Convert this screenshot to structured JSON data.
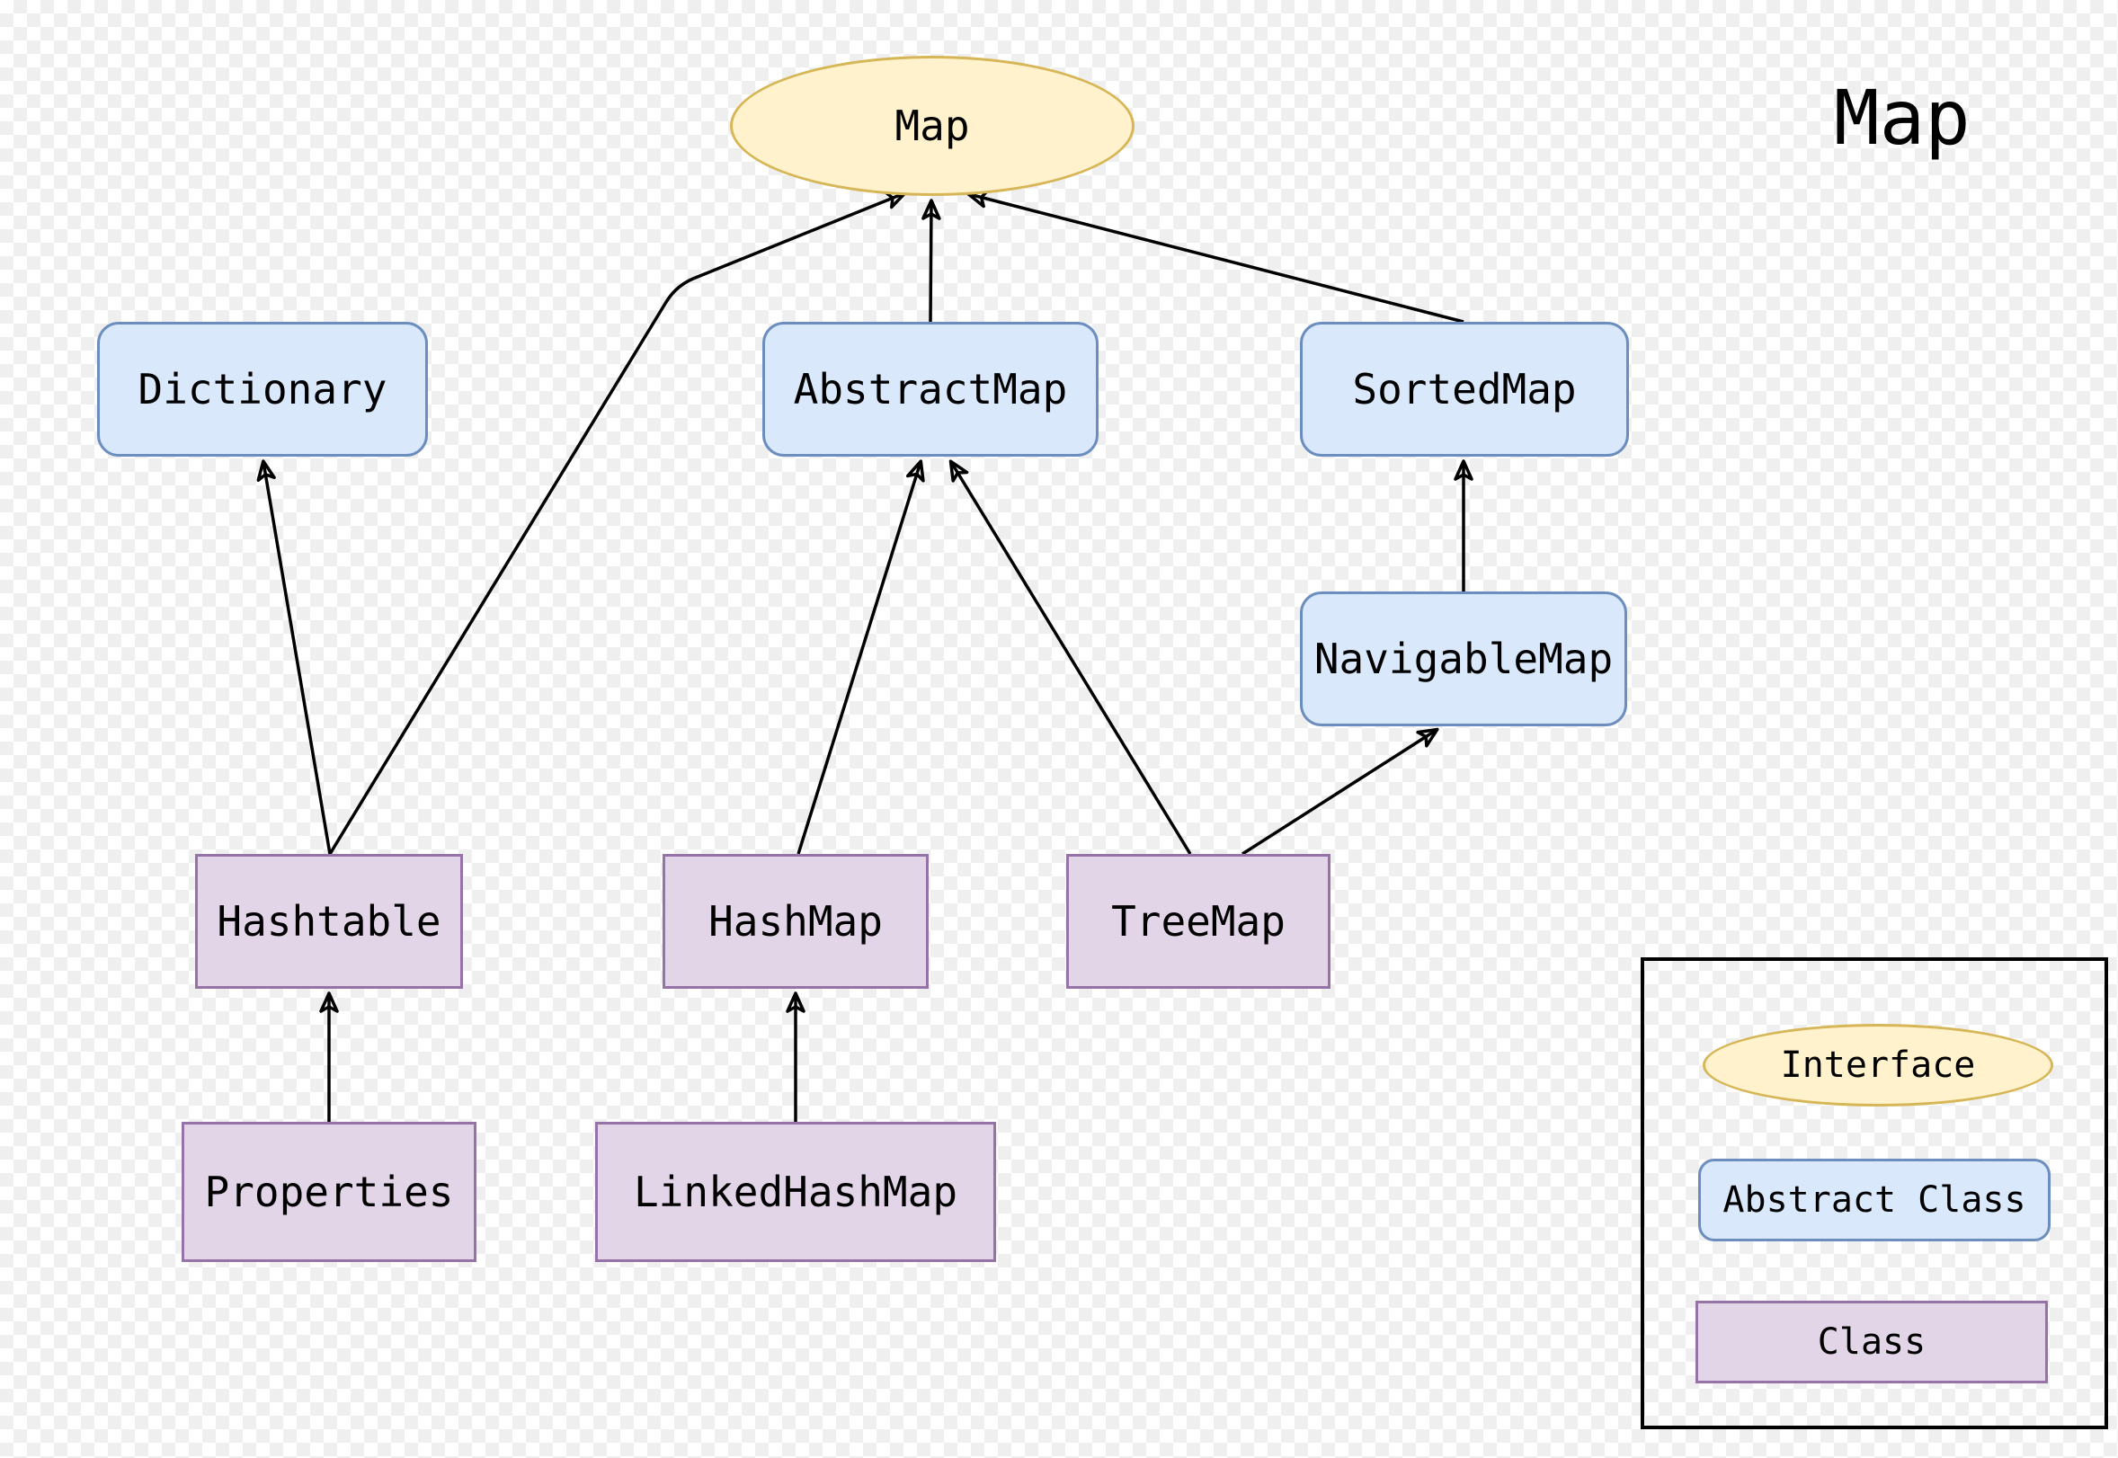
{
  "title": "Map",
  "nodes": {
    "map": {
      "label": "Map",
      "type": "interface"
    },
    "dictionary": {
      "label": "Dictionary",
      "type": "abstract-class"
    },
    "abstract_map": {
      "label": "AbstractMap",
      "type": "abstract-class"
    },
    "sorted_map": {
      "label": "SortedMap",
      "type": "abstract-class"
    },
    "navigable_map": {
      "label": "NavigableMap",
      "type": "abstract-class"
    },
    "hashtable": {
      "label": "Hashtable",
      "type": "class"
    },
    "hashmap": {
      "label": "HashMap",
      "type": "class"
    },
    "treemap": {
      "label": "TreeMap",
      "type": "class"
    },
    "properties": {
      "label": "Properties",
      "type": "class"
    },
    "linked_hashmap": {
      "label": "LinkedHashMap",
      "type": "class"
    }
  },
  "edges": [
    {
      "from": "AbstractMap",
      "to": "Map"
    },
    {
      "from": "SortedMap",
      "to": "Map"
    },
    {
      "from": "Hashtable",
      "to": "Map"
    },
    {
      "from": "Hashtable",
      "to": "Dictionary"
    },
    {
      "from": "HashMap",
      "to": "AbstractMap"
    },
    {
      "from": "TreeMap",
      "to": "AbstractMap"
    },
    {
      "from": "TreeMap",
      "to": "NavigableMap"
    },
    {
      "from": "NavigableMap",
      "to": "SortedMap"
    },
    {
      "from": "Properties",
      "to": "Hashtable"
    },
    {
      "from": "LinkedHashMap",
      "to": "HashMap"
    }
  ],
  "legend": {
    "interface": {
      "label": "Interface"
    },
    "abstract_class": {
      "label": "Abstract Class"
    },
    "class": {
      "label": "Class"
    }
  },
  "colors": {
    "interface_fill": "#FFF2CC",
    "interface_stroke": "#D6B656",
    "abstract_fill": "#DAE8FC",
    "abstract_stroke": "#6C8EBF",
    "class_fill": "#E1D5E7",
    "class_stroke": "#9673A6",
    "edge": "#000000",
    "checker": "#EFEFEF"
  }
}
